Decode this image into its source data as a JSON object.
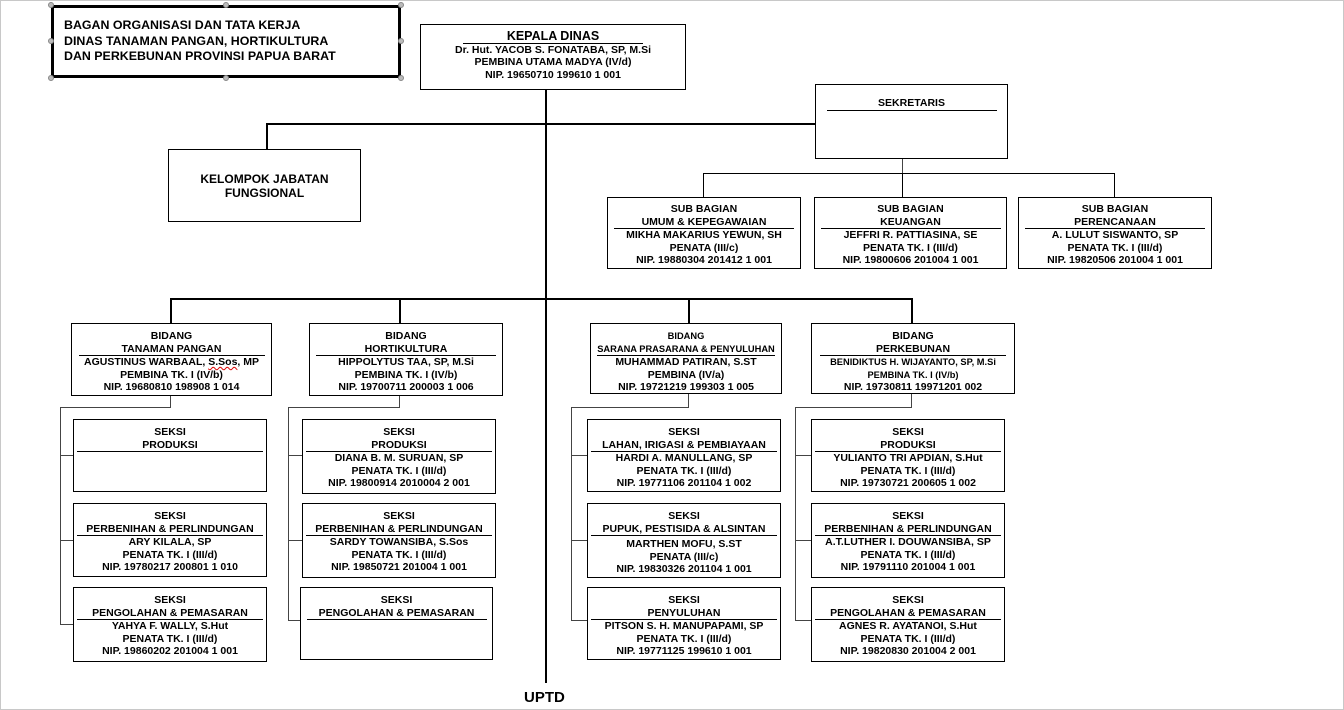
{
  "title": {
    "lines": [
      "BAGAN ORGANISASI DAN TATA KERJA",
      "DINAS TANAMAN PANGAN, HORTIKULTURA",
      "DAN PERKEBUNAN PROVINSI PAPUA BARAT"
    ]
  },
  "kepala": {
    "heading": "KEPALA DINAS",
    "name": "Dr. Hut. YACOB S. FONATABA, SP, M.Si",
    "rank": "PEMBINA UTAMA MADYA (IV/d)",
    "nip": "NIP. 19650710 199610 1 001"
  },
  "sekretaris": {
    "heading": "SEKRETARIS"
  },
  "kelompok": {
    "line1": "KELOMPOK JABATAN",
    "line2": "FUNGSIONAL"
  },
  "subbagian": [
    {
      "l1": "SUB BAGIAN",
      "l2": "UMUM & KEPEGAWAIAN",
      "name": "MIKHA MAKARIUS YEWUN, SH",
      "rank": "PENATA (III/c)",
      "nip": "NIP. 19880304 201412 1 001"
    },
    {
      "l1": "SUB BAGIAN",
      "l2": "KEUANGAN",
      "name": "JEFFRI R. PATTIASINA, SE",
      "rank": "PENATA TK. I (III/d)",
      "nip": "NIP. 19800606 201004 1 001"
    },
    {
      "l1": "SUB BAGIAN",
      "l2": "PERENCANAAN",
      "name": "A. LULUT SISWANTO, SP",
      "rank": "PENATA TK. I (III/d)",
      "nip": "NIP. 19820506 201004 1 001"
    }
  ],
  "bidang": [
    {
      "l1": "BIDANG",
      "l2": "TANAMAN PANGAN",
      "name_a": "AGUSTINUS WARBAAL, ",
      "name_b": "S.Sos",
      "name_c": ", MP",
      "rank": "PEMBINA TK. I (IV/b)",
      "nip": "NIP. 19680810 198908 1 014"
    },
    {
      "l1": "BIDANG",
      "l2": "HORTIKULTURA",
      "name": "HIPPOLYTUS TAA, SP, M.Si",
      "rank": "PEMBINA TK. I (IV/b)",
      "nip": "NIP. 19700711 200003 1 006"
    },
    {
      "l1": "BIDANG",
      "l2": "SARANA PRASARANA & PENYULUHAN",
      "name": "MUHAMMAD PATIRAN, S.ST",
      "rank": "PEMBINA (IV/a)",
      "nip": "NIP. 19721219 199303 1 005"
    },
    {
      "l1": "BIDANG",
      "l2": "PERKEBUNAN",
      "name": "BENIDIKTUS H. WIJAYANTO, SP, M.Si",
      "rank": "PEMBINA TK. I (IV/b)",
      "nip": "NIP. 19730811 19971201 002"
    }
  ],
  "seksi": {
    "c1": [
      {
        "l1": "SEKSI",
        "l2": "PRODUKSI"
      },
      {
        "l1": "SEKSI",
        "l2": "PERBENIHAN & PERLINDUNGAN",
        "name": "ARY KILALA, SP",
        "rank": "PENATA TK. I (III/d)",
        "nip": "NIP. 19780217 200801 1 010"
      },
      {
        "l1": "SEKSI",
        "l2": "PENGOLAHAN & PEMASARAN",
        "name": "YAHYA F. WALLY, S.Hut",
        "rank": "PENATA TK. I (III/d)",
        "nip": "NIP. 19860202 201004 1 001"
      }
    ],
    "c2": [
      {
        "l1": "SEKSI",
        "l2": "PRODUKSI",
        "name": "DIANA B. M. SURUAN, SP",
        "rank": "PENATA TK. I (III/d)",
        "nip": "NIP. 19800914 2010004 2 001"
      },
      {
        "l1": "SEKSI",
        "l2": "PERBENIHAN & PERLINDUNGAN",
        "name": "SARDY TOWANSIBA, S.Sos",
        "rank": "PENATA TK. I (III/d)",
        "nip": "NIP. 19850721 201004 1 001"
      },
      {
        "l1": "SEKSI",
        "l2": "PENGOLAHAN & PEMASARAN"
      }
    ],
    "c3": [
      {
        "l1": "SEKSI",
        "l2": "LAHAN, IRIGASI & PEMBIAYAAN",
        "name": "HARDI A. MANULLANG, SP",
        "rank": "PENATA TK. I (III/d)",
        "nip": "NIP. 19771106 201104 1 002"
      },
      {
        "l1": "SEKSI",
        "l2": "PUPUK, PESTISIDA & ALSINTAN",
        "name": "MARTHEN MOFU, S.ST",
        "rank": "PENATA (III/c)",
        "nip": "NIP. 19830326 201104 1 001"
      },
      {
        "l1": "SEKSI",
        "l2": "PENYULUHAN",
        "name": "PITSON S. H. MANUPAPAMI, SP",
        "rank": "PENATA TK. I (III/d)",
        "nip": "NIP. 19771125 199610 1 001"
      }
    ],
    "c4": [
      {
        "l1": "SEKSI",
        "l2": "PRODUKSI",
        "name": "YULIANTO TRI APDIAN, S.Hut",
        "rank": "PENATA TK. I (III/d)",
        "nip": "NIP. 19730721 200605 1 002"
      },
      {
        "l1": "SEKSI",
        "l2": "PERBENIHAN & PERLINDUNGAN",
        "name": "A.T.LUTHER I. DOUWANSIBA, SP",
        "rank": "PENATA TK. I (III/d)",
        "nip": "NIP. 19791110 201004 1 001"
      },
      {
        "l1": "SEKSI",
        "l2": "PENGOLAHAN & PEMASARAN",
        "name": "AGNES R. AYATANOI, S.Hut",
        "rank": "PENATA TK. I (III/d)",
        "nip": "NIP. 19820830 201004 2 001"
      }
    ]
  },
  "uptd": "UPTD"
}
